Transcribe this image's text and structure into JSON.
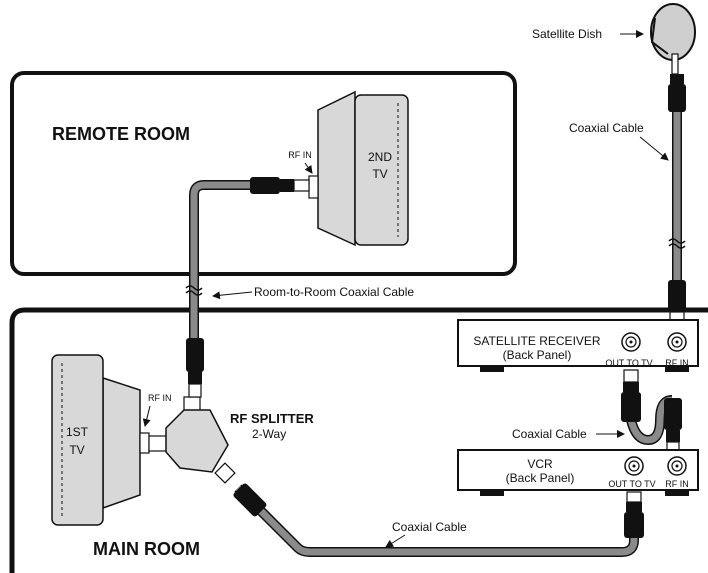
{
  "rooms": {
    "remote": "REMOTE ROOM",
    "main": "MAIN ROOM"
  },
  "tv2": {
    "line1": "2ND",
    "line2": "TV",
    "port": "RF IN"
  },
  "tv1": {
    "line1": "1ST",
    "line2": "TV",
    "port": "RF IN"
  },
  "splitter": {
    "title": "RF SPLITTER",
    "subtitle": "2-Way"
  },
  "satellite_dish": "Satellite Dish",
  "cables": {
    "dish_to_receiver": "Coaxial Cable",
    "room_to_room": "Room-to-Room Coaxial Cable",
    "receiver_to_vcr": "Coaxial Cable",
    "vcr_to_splitter": "Coaxial Cable"
  },
  "receiver": {
    "line1": "SATELLITE RECEIVER",
    "line2": "(Back Panel)",
    "out_port": "OUT TO TV",
    "in_port": "RF IN"
  },
  "vcr": {
    "line1": "VCR",
    "line2": "(Back Panel)",
    "out_port": "OUT TO TV",
    "in_port": "RF IN"
  }
}
